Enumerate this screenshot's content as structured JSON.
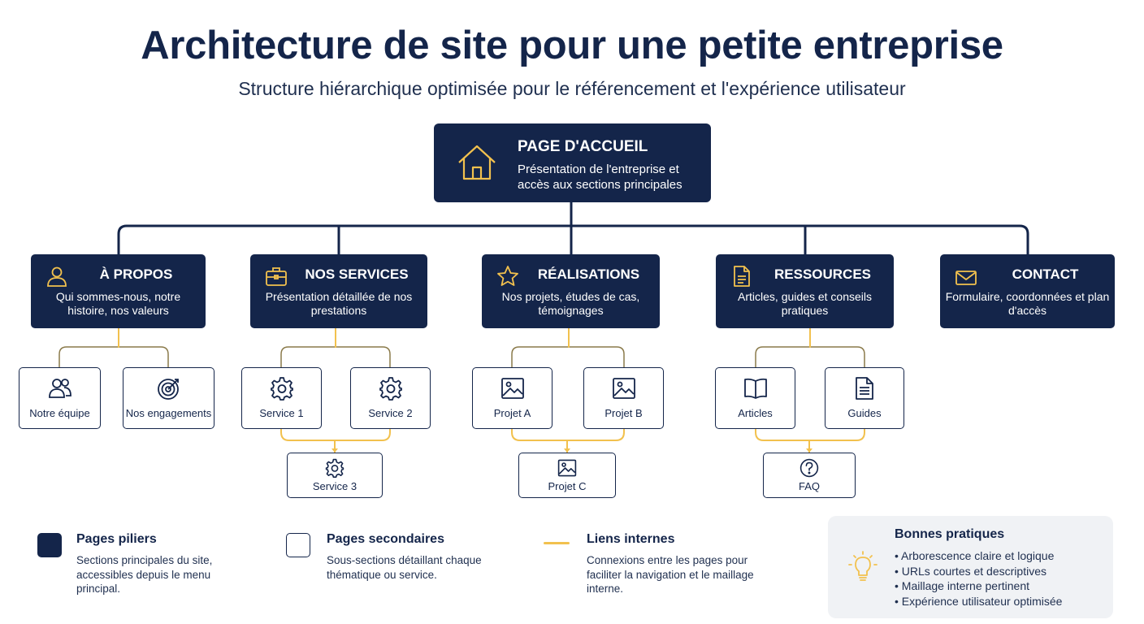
{
  "header": {
    "title": "Architecture de site pour une petite entreprise",
    "subtitle": "Structure hiérarchique optimisée pour le référencement et l'expérience utilisateur"
  },
  "home": {
    "title": "PAGE D'ACCUEIL",
    "description": "Présentation de l'entreprise et accès aux sections principales",
    "icon": "house-icon"
  },
  "pillars": [
    {
      "title": "À PROPOS",
      "description": "Qui sommes-nous, notre histoire, nos valeurs",
      "icon": "person-icon"
    },
    {
      "title": "NOS SERVICES",
      "description": "Présentation détaillée de nos prestations",
      "icon": "briefcase-icon"
    },
    {
      "title": "RÉALISATIONS",
      "description": "Nos projets, études de cas, témoignages",
      "icon": "star-icon"
    },
    {
      "title": "RESSOURCES",
      "description": "Articles, guides et conseils pratiques",
      "icon": "document-icon"
    },
    {
      "title": "CONTACT",
      "description": "Formulaire, coordonnées et plan d'accès",
      "icon": "envelope-icon"
    }
  ],
  "secondary": {
    "notre_equipe": {
      "label": "Notre équipe",
      "icon": "team-icon"
    },
    "nos_engagements": {
      "label": "Nos engagements",
      "icon": "target-icon"
    },
    "service_1": {
      "label": "Service 1",
      "icon": "gear-icon"
    },
    "service_2": {
      "label": "Service 2",
      "icon": "gear-icon"
    },
    "service_3": {
      "label": "Service 3",
      "icon": "gear-icon"
    },
    "projet_a": {
      "label": "Projet A",
      "icon": "image-icon"
    },
    "projet_b": {
      "label": "Projet B",
      "icon": "image-icon"
    },
    "projet_c": {
      "label": "Projet C",
      "icon": "image-icon"
    },
    "articles": {
      "label": "Articles",
      "icon": "book-icon"
    },
    "guides": {
      "label": "Guides",
      "icon": "file-lines-icon"
    },
    "faq": {
      "label": "FAQ",
      "icon": "question-icon"
    }
  },
  "legend": {
    "pillar": {
      "title": "Pages piliers",
      "description": "Sections principales du site, accessibles depuis le menu principal."
    },
    "secondary": {
      "title": "Pages secondaires",
      "description": "Sous-sections détaillant chaque thématique ou service."
    },
    "links": {
      "title": "Liens internes",
      "description": "Connexions entre les pages pour faciliter la navigation et le maillage interne."
    }
  },
  "best_practices": {
    "title": "Bonnes pratiques",
    "icon": "lightbulb-icon",
    "items": [
      "Arborescence claire et logique",
      "URLs courtes et descriptives",
      "Maillage interne pertinent",
      "Expérience utilisateur optimisée"
    ]
  },
  "colors": {
    "navy": "#14254a",
    "gold": "#f2c14e",
    "panel": "#f0f2f5"
  }
}
